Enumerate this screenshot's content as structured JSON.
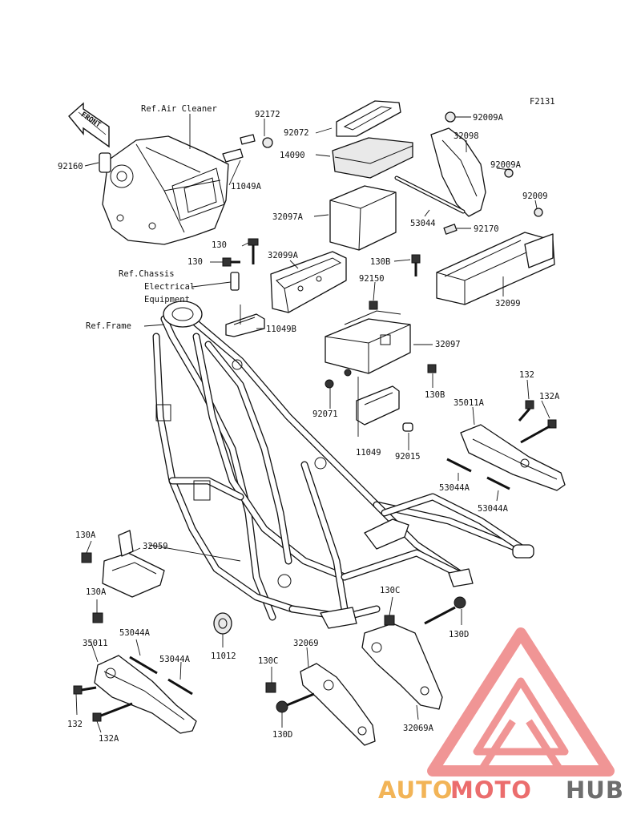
{
  "figure_code": "F2131",
  "front_arrow_label": "FRONT",
  "references": {
    "air_cleaner": "Ref.Air Cleaner",
    "chassis_line1": "Ref.Chassis",
    "chassis_line2": "Electrical",
    "chassis_line3": "Equipment",
    "frame": "Ref.Frame"
  },
  "part_numbers": {
    "p92172": "92172",
    "p92072": "92072",
    "p14090": "14090",
    "p92160": "92160",
    "p11049A": "11049A",
    "p92009A_top": "92009A",
    "p32098": "32098",
    "p92009A_mid": "92009A",
    "p92009": "92009",
    "p32097A": "32097A",
    "p53044": "53044",
    "p92170": "92170",
    "p130_a": "130",
    "p130_b": "130",
    "p32099A": "32099A",
    "p130B_top": "130B",
    "p92150": "92150",
    "p32099": "32099",
    "p11049B": "11049B",
    "p32097": "32097",
    "p132_top": "132",
    "p132A_top": "132A",
    "p130B_low": "130B",
    "p35011A": "35011A",
    "p92071": "92071",
    "p11049": "11049",
    "p92015": "92015",
    "p53044A_r1": "53044A",
    "p53044A_r2": "53044A",
    "p130A_top": "130A",
    "p32059": "32059",
    "p130A_low": "130A",
    "p130C_r": "130C",
    "p130D_r": "130D",
    "p11012": "11012",
    "p35011": "35011",
    "p53044A_l1": "53044A",
    "p53044A_l2": "53044A",
    "p32069": "32069",
    "p130C_l": "130C",
    "p132_low": "132",
    "p132A_low": "132A",
    "p130D_l": "130D",
    "p32069A": "32069A"
  },
  "watermark": {
    "part1": "AUTO",
    "part2": "MOTO",
    "part3": "HUB",
    "colors": {
      "auto": "#f2b457",
      "moto": "#eb6d6d",
      "hub": "#6e6e6e",
      "triangle": "#eb6d6d"
    }
  },
  "icons": [
    "front-arrow-icon",
    "watermark-triangle-logo"
  ]
}
